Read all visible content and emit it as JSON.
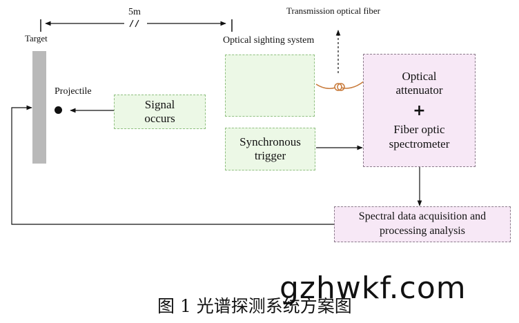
{
  "labels": {
    "distance": "5m",
    "target": "Target",
    "projectile": "Projectile",
    "optical_sighting_system": "Optical sighting system",
    "transmission_optical_fiber": "Transmission optical fiber"
  },
  "boxes": {
    "signal": "Signal occurs",
    "sync_trigger": "Synchronous trigger",
    "attenuator_spectrometer": {
      "line1": "Optical attenuator",
      "plus": "+",
      "line2": "Fiber optic spectrometer"
    },
    "data_acquisition": "Spectral data acquisition and processing analysis"
  },
  "caption": "图 1  光谱探测系统方案图",
  "watermark": "gzhwkf.com",
  "colors": {
    "green_fill": "#ecf8e6",
    "pink_fill": "#f7e8f6",
    "fiber": "#c87a3a",
    "target_bar": "#b9b9b9"
  }
}
